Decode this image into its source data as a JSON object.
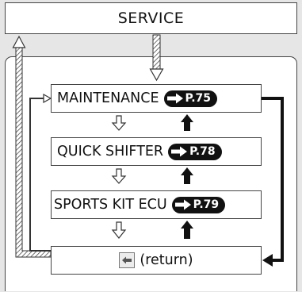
{
  "service_label": "SERVICE",
  "menu_items": [
    {
      "label": "MAINTENANCE",
      "page_ref": "P.75"
    },
    {
      "label": "QUICK SHIFTER",
      "page_ref": "P.78"
    },
    {
      "label": "SPORTS KIT ECU",
      "page_ref": "P.79"
    }
  ],
  "return_label": "(return)"
}
